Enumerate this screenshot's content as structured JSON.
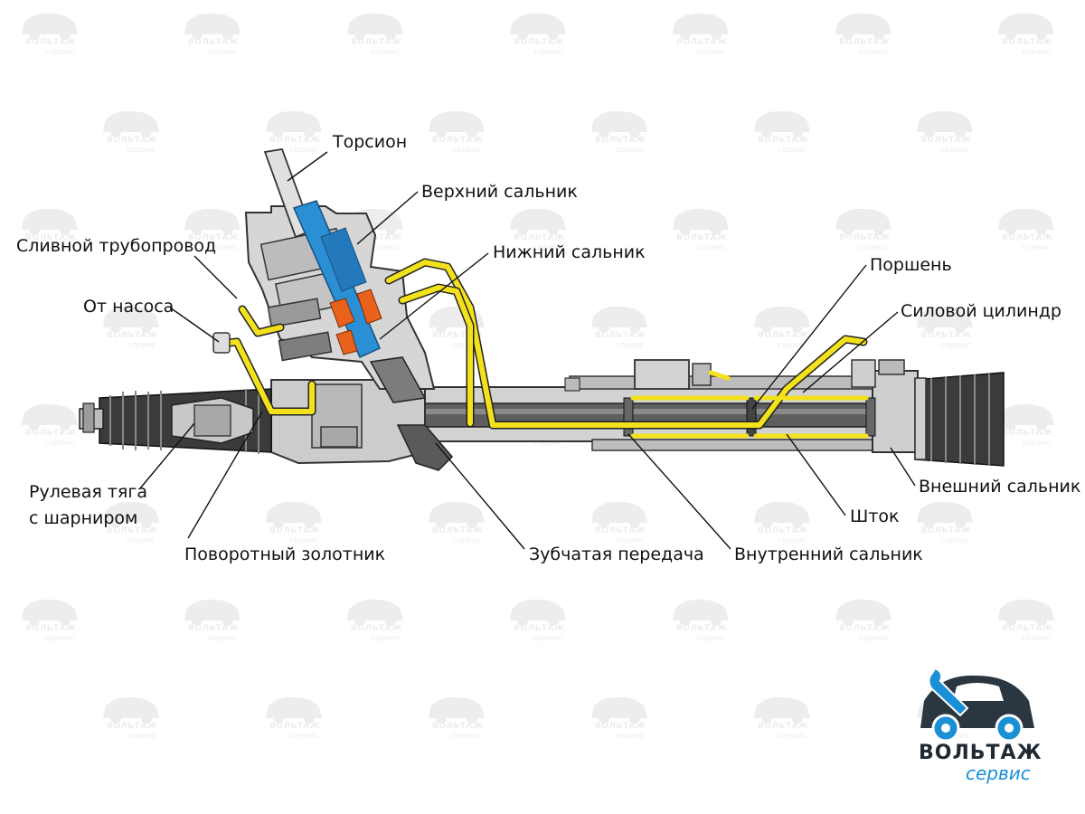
{
  "labels": {
    "torsion": "Торсион",
    "upper_seal": "Верхний сальник",
    "drain_pipe": "Сливной трубопровод",
    "lower_seal": "Нижний сальник",
    "from_pump": "От насоса",
    "piston": "Поршень",
    "power_cylinder": "Силовой цилиндр",
    "tie_rod_line1": "Рулевая тяга",
    "tie_rod_line2": "с шарниром",
    "outer_seal": "Внешний сальник",
    "rod": "Шток",
    "rotary_valve": "Поворотный золотник",
    "gear": "Зубчатая передача",
    "inner_seal": "Внутренний сальник"
  },
  "logo": {
    "line1": "ВОЛЬТАЖ",
    "line2": "сервис"
  },
  "watermark": {
    "line1": "ВОЛЬТАЖ",
    "line2": "сервис"
  },
  "colors": {
    "fluid_yellow": "#f3e11c",
    "valve_blue": "#2a8fd4",
    "valve_orange": "#e8621c",
    "housing_gray": "#cfcfcf",
    "dark_gray": "#6b6b6b",
    "logo_blue": "#1a8fd6",
    "logo_dark": "#2a3640"
  }
}
